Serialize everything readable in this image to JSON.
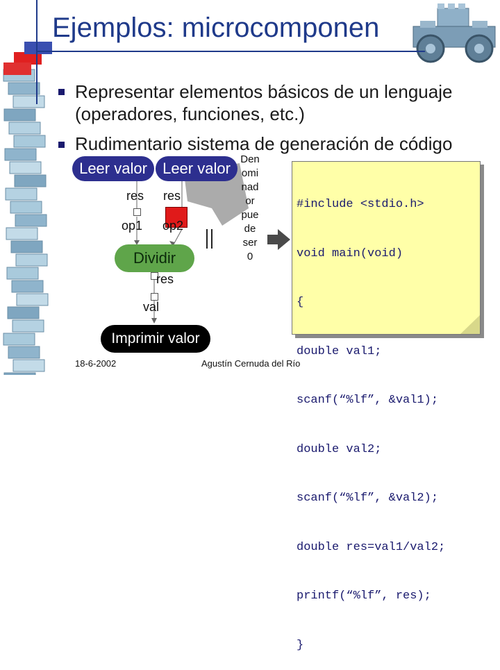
{
  "slide": {
    "title": "Ejemplos: microcomponen",
    "bullets": [
      {
        "line1": "Representar elementos básicos de un lenguaje",
        "line2": "(operadores, funciones, etc.)"
      },
      {
        "line1": "Rudimentario sistema de generación de código",
        "line2": ""
      }
    ]
  },
  "diagram": {
    "read_left": "Leer valor",
    "read_right": "Leer valor",
    "res_left": "res",
    "res_right": "res",
    "op1": "op1",
    "op2": "op2",
    "divide": "Dividir",
    "res_out": "res",
    "val": "val",
    "print": "Imprimir valor",
    "callout_lines": [
      "Den",
      "omi",
      "nad",
      "or",
      "pue",
      "de",
      "ser",
      "0"
    ]
  },
  "code": {
    "lines": [
      "#include <stdio.h>",
      "void main(void)",
      "{",
      "double val1;",
      "scanf(“%lf”, &val1);",
      "double val2;",
      "scanf(“%lf”, &val2);",
      "double res=val1/val2;",
      "printf(“%lf”, res);",
      "}"
    ]
  },
  "footer": {
    "date": "18-6-2002",
    "author": "Agustín Cernuda del Río"
  },
  "colors": {
    "title": "#1f3a8a",
    "pill": "#2d2f8f",
    "divide": "#5fa54a",
    "code_bg": "#ffffa8",
    "code_text": "#1a1a6e",
    "error_port": "#e01a1a"
  },
  "icons": {
    "decoration_left": "lego-brick-tower",
    "decoration_top_right": "lego-toy-car",
    "bullets": "square-bullet"
  }
}
